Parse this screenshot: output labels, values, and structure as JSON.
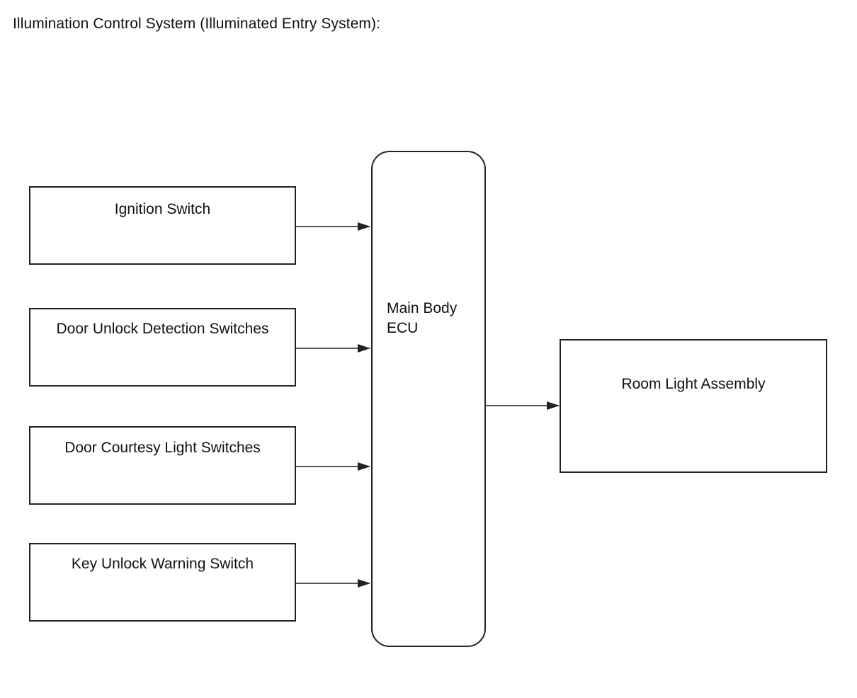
{
  "title": "Illumination Control System (Illuminated Entry System):",
  "inputs": [
    {
      "label": "Ignition Switch"
    },
    {
      "label": "Door Unlock Detection Switches"
    },
    {
      "label": "Door Courtesy Light Switches"
    },
    {
      "label": "Key Unlock Warning Switch"
    }
  ],
  "ecu": {
    "label": "Main Body\nECU"
  },
  "output": {
    "label": "Room Light Assembly"
  },
  "colors": {
    "stroke": "#222222",
    "background": "#ffffff",
    "text": "#111111"
  }
}
